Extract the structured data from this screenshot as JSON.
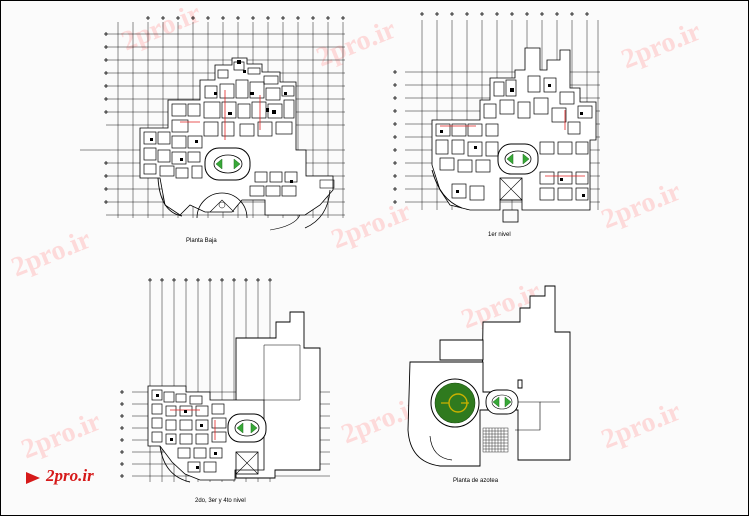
{
  "drawing": {
    "labels": {
      "ground_floor": "Planta Baja",
      "first_floor": "1er nivel",
      "upper_floors": "2do, 3er y 4to nivel",
      "roof_plan": "Planta de azotea"
    },
    "watermark": "2pro.ir",
    "logo": "2pro.ir"
  },
  "colors": {
    "line": "#000000",
    "accent_green": "#38a838",
    "accent_red": "#e12222",
    "watermark": "#ffb8b8",
    "dome": "#2f7a1e",
    "dome_ring": "#c9b100"
  }
}
